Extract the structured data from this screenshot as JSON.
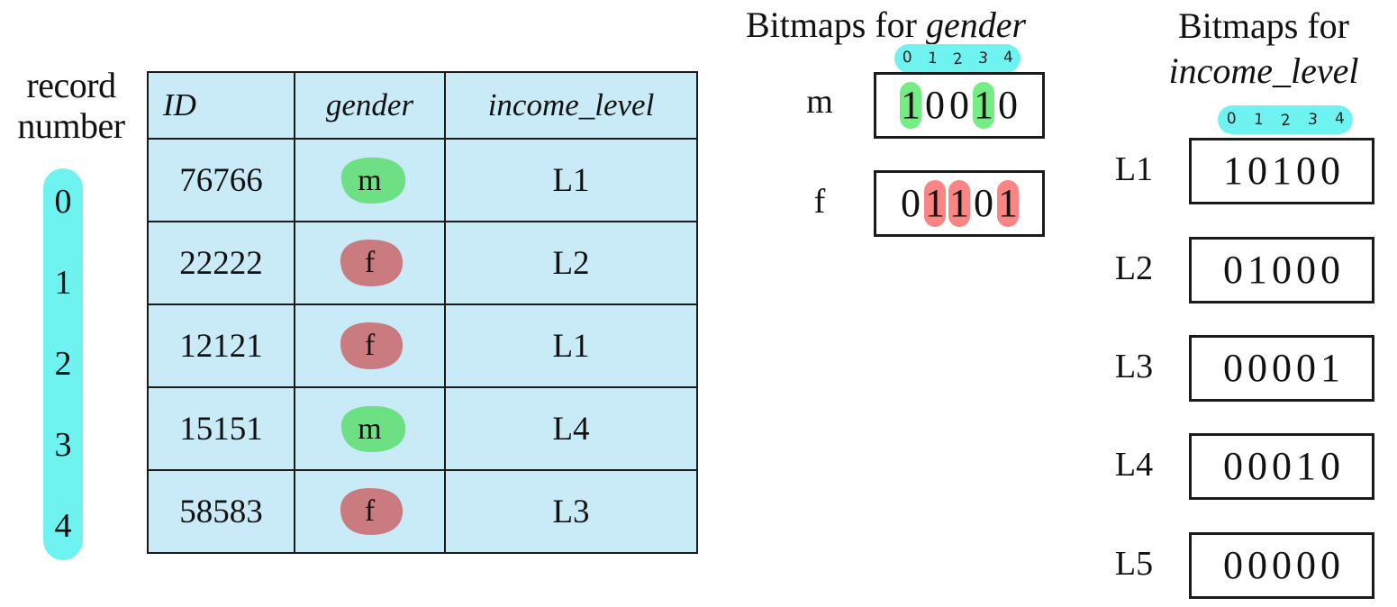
{
  "left_panel": {
    "caption_line1": "record",
    "caption_line2": "number",
    "record_numbers": [
      "0",
      "1",
      "2",
      "3",
      "4"
    ],
    "table": {
      "headers": [
        "ID",
        "gender",
        "income_level"
      ],
      "rows": [
        {
          "id": "76766",
          "gender": "m",
          "gender_class": "male",
          "income_level": "L1"
        },
        {
          "id": "22222",
          "gender": "f",
          "gender_class": "female",
          "income_level": "L2"
        },
        {
          "id": "12121",
          "gender": "f",
          "gender_class": "female",
          "income_level": "L1"
        },
        {
          "id": "15151",
          "gender": "m",
          "gender_class": "male",
          "income_level": "L4"
        },
        {
          "id": "58583",
          "gender": "f",
          "gender_class": "female",
          "income_level": "L3"
        }
      ]
    }
  },
  "gender_bitmaps": {
    "title_prefix": "Bitmaps for ",
    "title_column": "gender",
    "index_ruler": [
      "0",
      "1",
      "2",
      "3",
      "4"
    ],
    "rows": [
      {
        "label": "m",
        "bits": "10010",
        "highlight_positions": [
          0,
          3
        ],
        "highlight_color": "green"
      },
      {
        "label": "f",
        "bits": "01101",
        "highlight_positions": [
          1,
          2,
          4
        ],
        "highlight_color": "red"
      }
    ]
  },
  "income_bitmaps": {
    "title_prefix": "Bitmaps for",
    "title_column": "income_level",
    "index_ruler": [
      "0",
      "1",
      "2",
      "3",
      "4"
    ],
    "rows": [
      {
        "label": "L1",
        "bits": "10100"
      },
      {
        "label": "L2",
        "bits": "01000"
      },
      {
        "label": "L3",
        "bits": "00001"
      },
      {
        "label": "L4",
        "bits": "00010"
      },
      {
        "label": "L5",
        "bits": "00000"
      }
    ]
  },
  "colors": {
    "table_cell_background": "#c9ebf8",
    "highlight_cyan": "#6ff3f0",
    "blob_green": "#6ce083",
    "blob_rose": "#c97b80",
    "bit_highlight_green": "#74ee84",
    "bit_highlight_red": "#fb8585",
    "stroke": "#1b1b1b",
    "page_background": "#ffffff"
  }
}
